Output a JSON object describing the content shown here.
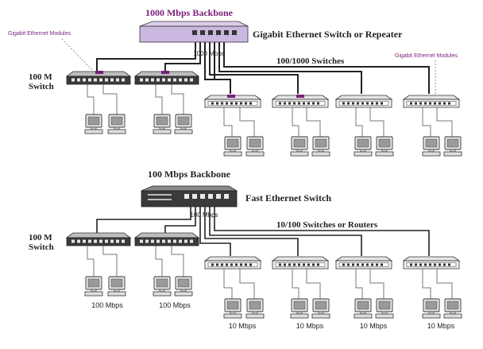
{
  "colors": {
    "accent": "#7a1f7a",
    "line": "#222222",
    "thin": "#777777",
    "device_dark": "#3a3a3a",
    "device_light": "#d9d9d9",
    "gigabit_switch": "#cbb8e0"
  },
  "top": {
    "title": "1000 Mbps Backbone",
    "core_label": "Gigabit Ethernet Switch or Repeater",
    "core_speed": "1000 Mbps",
    "left_label_line1": "100 M",
    "left_label_line2": "Switch",
    "right_group_label": "100/1000 Switches",
    "module_label_left": "Gigabit Ethernet Modules",
    "module_label_right": "Gigabit Ethernet Modules"
  },
  "bottom": {
    "title": "100 Mbps Backbone",
    "core_label": "Fast Ethernet Switch",
    "core_speed": "100 Mbps",
    "left_label_line1": "100 M",
    "left_label_line2": "Switch",
    "right_group_label": "10/100 Switches or Routers",
    "pc_speed_left": "100 Mbps",
    "pc_speed_right": "10 Mbps"
  },
  "icons": [
    "ethernet-switch-icon",
    "workstation-icon"
  ]
}
